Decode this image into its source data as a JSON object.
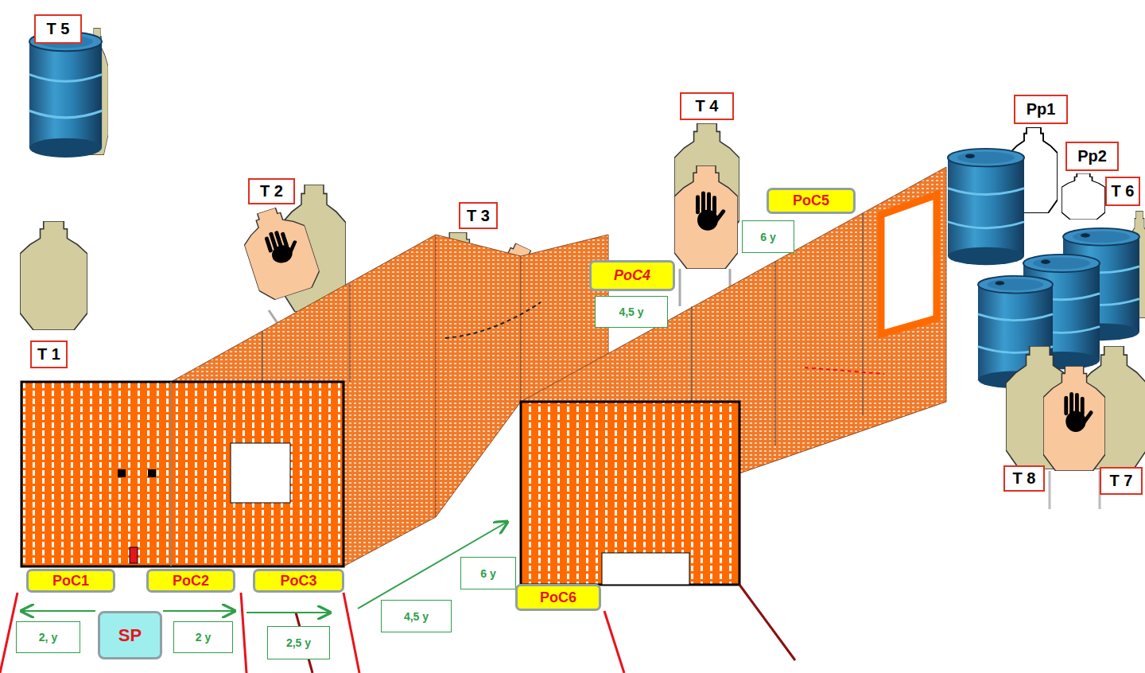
{
  "diagram": {
    "nodes": [
      {
        "text": [
          "T 5"
        ]
      },
      {
        "text": [
          "Pp1"
        ]
      },
      {
        "text": [
          "T 4"
        ]
      },
      {
        "text": [
          "Pp2"
        ]
      },
      {
        "text": [
          "PoC5"
        ]
      },
      {
        "text": [
          "T 2"
        ]
      },
      {
        "text": [
          "T 6"
        ]
      },
      {
        "text": [
          "T 3"
        ]
      },
      {
        "text": [
          "6 y"
        ]
      },
      {
        "text": [
          "PoC4"
        ]
      },
      {
        "text": [
          "4,5 y"
        ]
      },
      {
        "text": [
          "T 1"
        ]
      },
      {
        "text": [
          "T 8"
        ]
      },
      {
        "text": [
          "T 7"
        ]
      },
      {
        "text": [
          "PoC1"
        ]
      },
      {
        "text": [
          "PoC2"
        ]
      },
      {
        "text": [
          "PoC3"
        ]
      },
      {
        "text": [
          "6 y"
        ]
      },
      {
        "text": [
          "PoC6"
        ]
      },
      {
        "text": [
          "4,5 y"
        ]
      },
      {
        "text": [
          "2, y"
        ]
      },
      {
        "text": [
          "SP"
        ]
      },
      {
        "text": [
          "2 y"
        ]
      },
      {
        "text": [
          "2,5 y"
        ]
      }
    ]
  }
}
